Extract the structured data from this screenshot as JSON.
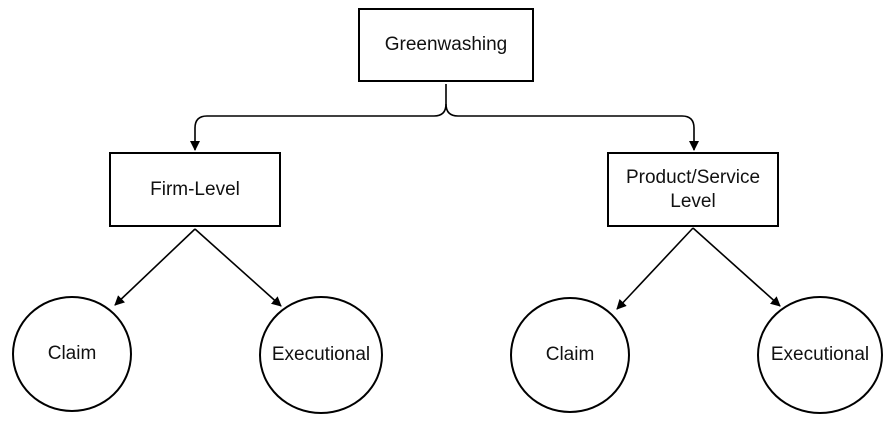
{
  "diagram": {
    "root": {
      "label": "Greenwashing"
    },
    "levels": [
      {
        "label": "Firm-Level",
        "children": [
          {
            "label": "Claim"
          },
          {
            "label": "Executional"
          }
        ]
      },
      {
        "label": "Product/Service\nLevel",
        "children": [
          {
            "label": "Claim"
          },
          {
            "label": "Executional"
          }
        ]
      }
    ]
  }
}
